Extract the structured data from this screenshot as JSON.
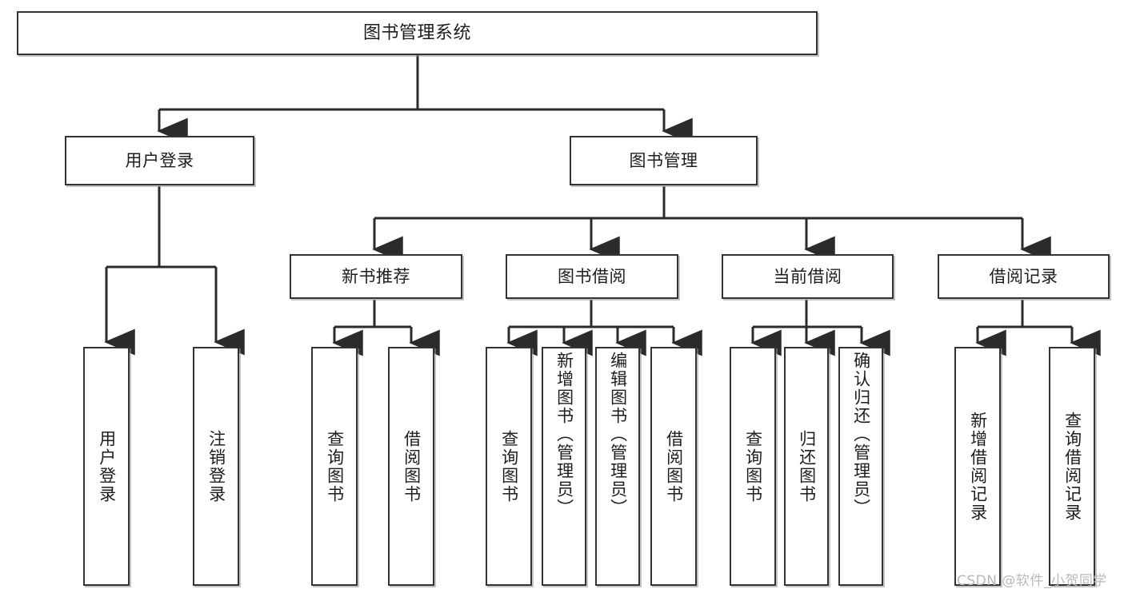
{
  "diagram": {
    "title": "图书管理系统",
    "type": "tree",
    "watermark": "CSDN @软件_小贺同学",
    "line_color": "#333333",
    "box_fill": "#ffffff",
    "text_color": "#1d1d1d",
    "nodes": {
      "root": {
        "label": "图书管理系统"
      },
      "level2": [
        {
          "label": "用户登录"
        },
        {
          "label": "图书管理"
        }
      ],
      "level3": [
        {
          "label": "新书推荐"
        },
        {
          "label": "图书借阅"
        },
        {
          "label": "当前借阅"
        },
        {
          "label": "借阅记录"
        }
      ],
      "leaves": {
        "user_login": [
          {
            "label": "用户登录"
          },
          {
            "label": "注销登录"
          }
        ],
        "new_book": [
          {
            "label": "查询图书"
          },
          {
            "label": "借阅图书"
          }
        ],
        "borrow_book": [
          {
            "label": "查询图书"
          },
          {
            "label": "新增图书（管理员）"
          },
          {
            "label": "编辑图书（管理员）"
          },
          {
            "label": "借阅图书"
          }
        ],
        "current_borrow": [
          {
            "label": "查询图书"
          },
          {
            "label": "归还图书"
          },
          {
            "label": "确认归还（管理员）"
          }
        ],
        "borrow_record": [
          {
            "label": "新增借阅记录"
          },
          {
            "label": "查询借阅记录"
          }
        ]
      }
    }
  }
}
